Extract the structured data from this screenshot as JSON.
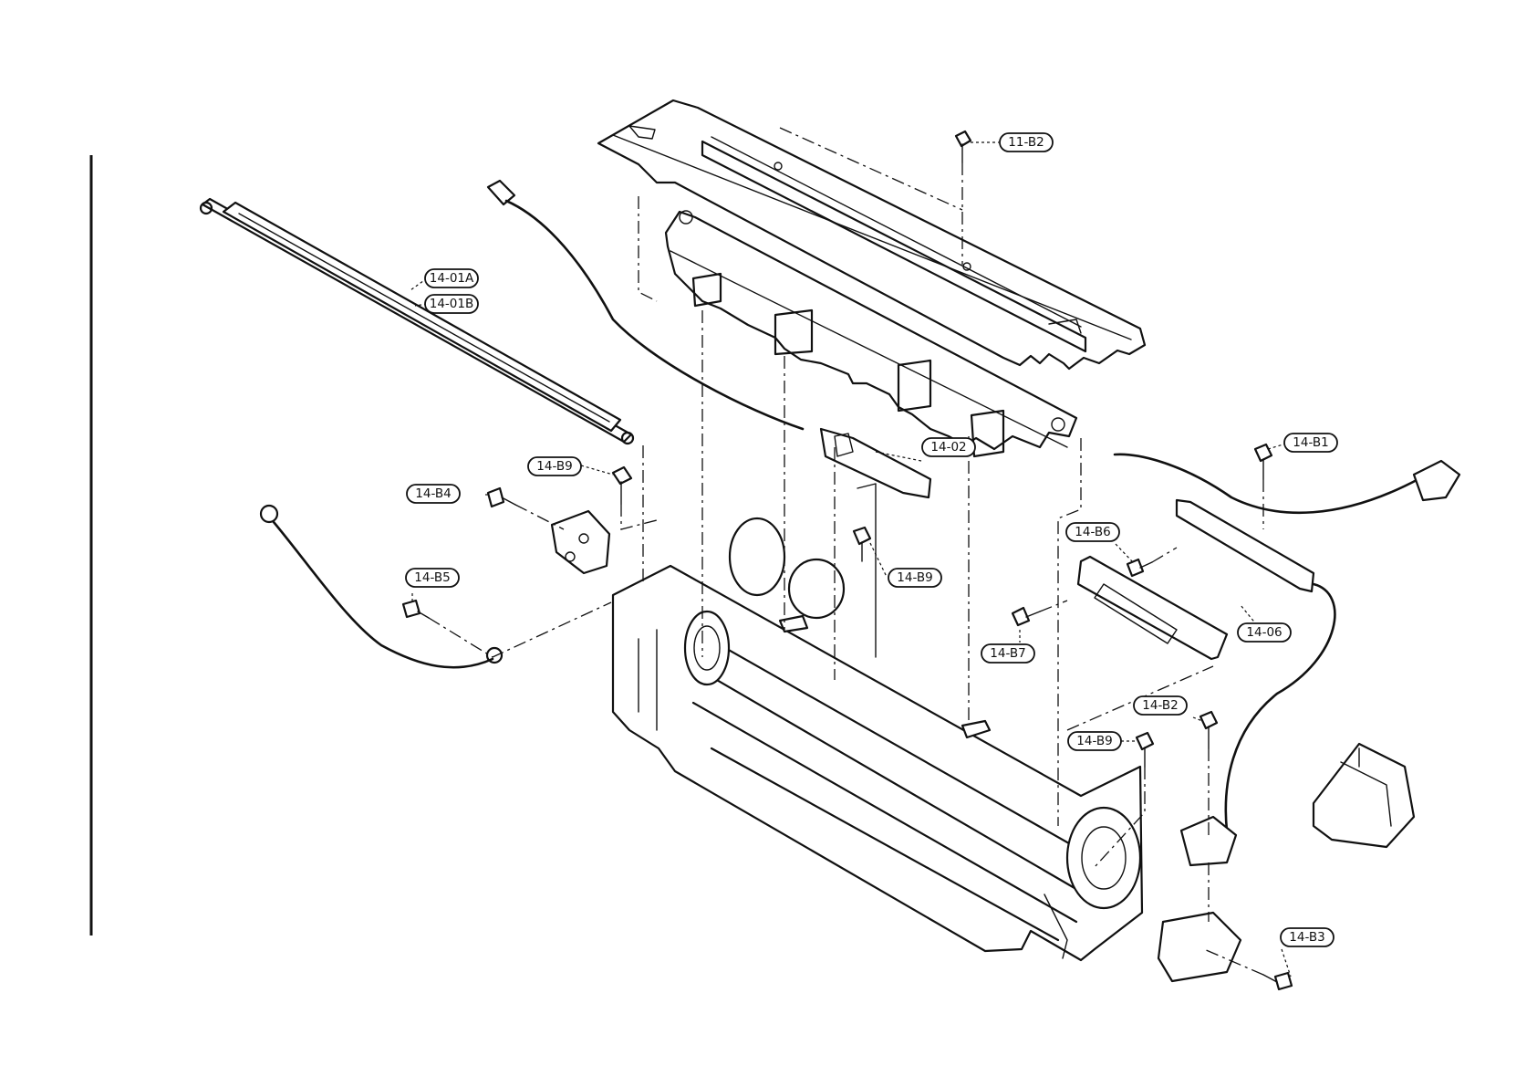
{
  "callouts": [
    {
      "id": "11-b2",
      "text": "11-B2"
    },
    {
      "id": "14-01a",
      "text": "14-01A"
    },
    {
      "id": "14-01b",
      "text": "14-01B"
    },
    {
      "id": "14-02",
      "text": "14-02"
    },
    {
      "id": "14-b9-top",
      "text": "14-B9"
    },
    {
      "id": "14-b4",
      "text": "14-B4"
    },
    {
      "id": "14-b9-mid",
      "text": "14-B9"
    },
    {
      "id": "14-b5",
      "text": "14-B5"
    },
    {
      "id": "14-b1",
      "text": "14-B1"
    },
    {
      "id": "14-b6",
      "text": "14-B6"
    },
    {
      "id": "14-b7",
      "text": "14-B7"
    },
    {
      "id": "14-06",
      "text": "14-06"
    },
    {
      "id": "14-b2",
      "text": "14-B2"
    },
    {
      "id": "14-b9-low",
      "text": "14-B9"
    },
    {
      "id": "14-b3",
      "text": "14-B3"
    }
  ]
}
